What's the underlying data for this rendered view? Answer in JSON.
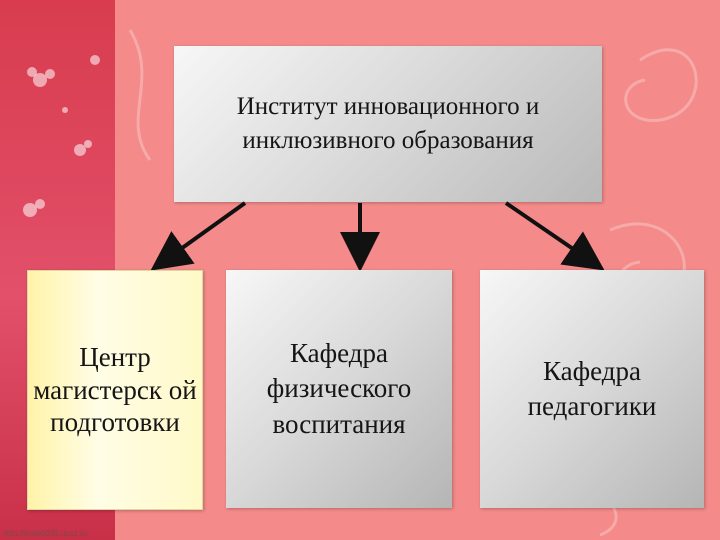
{
  "diagram": {
    "root": {
      "label": "Институт инновационного и инклюзивного образования"
    },
    "children": [
      {
        "label": "Центр магистерск ой подготовки",
        "color": "#fffbd0"
      },
      {
        "label": "Кафедра физического воспитания",
        "color": "#d8d8d8"
      },
      {
        "label": "Кафедра педагогики",
        "color": "#d8d8d8"
      }
    ]
  },
  "colors": {
    "background": "#f48a8a",
    "accent_strip": "#d83c4e",
    "arrow": "#111111"
  },
  "watermark": "http://linda6035.ucoz.ru"
}
